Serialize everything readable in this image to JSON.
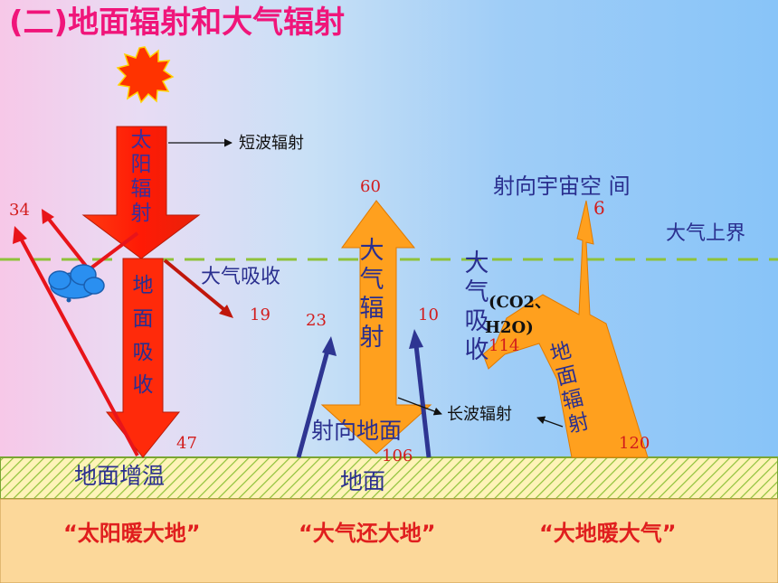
{
  "title": "(二)地面辐射和大气辐射",
  "labels": {
    "solar_radiation": "太阳辐射",
    "short_wave": "短波辐射",
    "ground_absorb": "地面吸收",
    "atmos_absorb": "大气吸收",
    "atmos_radiation": "大气辐射",
    "atmos_absorb_vertical": "大气吸收",
    "co2": "(CO2、",
    "h2o": "H2O)",
    "to_space": "射向宇宙空 间",
    "atmos_top": "大气上界",
    "long_wave": "长波辐射",
    "to_ground": "射向地面",
    "ground_radiation": "地面辐射",
    "ground_warming": "地面增温",
    "ground": "地面"
  },
  "values": {
    "reflected": "34",
    "atmos_absorbed": "19",
    "ground_absorbed": "47",
    "up_60": "60",
    "up_23": "23",
    "up_10": "10",
    "down_106": "106",
    "absorbed_114": "114",
    "space_6": "6",
    "ground_rad_120": "120"
  },
  "slogans": {
    "sun_warms_ground": "“太阳暖大地”",
    "atmos_returns_ground": "“大气还大地”",
    "ground_warms_atmos": "“大地暖大气”"
  },
  "colors": {
    "solar_arrow": "#ff2a0a",
    "solar_arrow_dark": "#e0150a",
    "orange_arrow": "#ffa01e",
    "blue_arrow": "#2e3592",
    "reflect_red": "#e8141a",
    "dashed_line": "#8fc23a",
    "ground_band": "#fcd89a",
    "hatch": "#8fc23a",
    "sun": "#ff3300",
    "sun_ray": "#ffd200",
    "cloud": "#2a8ff0"
  },
  "icons": {
    "sun": "sun-icon",
    "cloud": "cloud-icon"
  }
}
